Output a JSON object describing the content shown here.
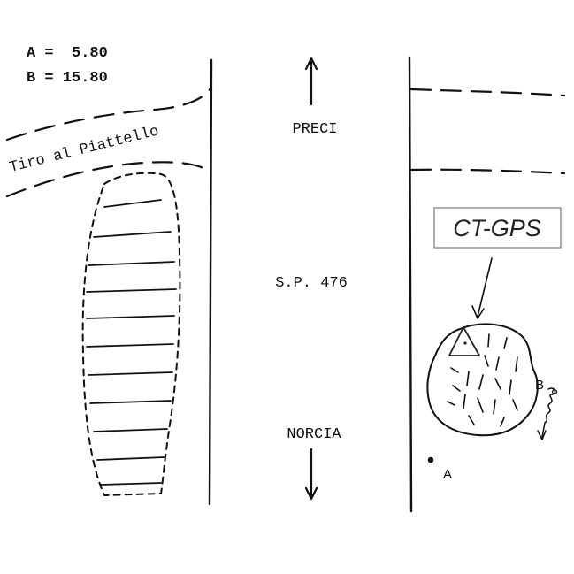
{
  "legend": {
    "a_line": "A =  5.80",
    "b_line": "B = 15.80"
  },
  "labels": {
    "road_top": "PRECI",
    "road_name": "S.P. 476",
    "road_bottom": "NORCIA",
    "side_road": "Tiro al Piattello",
    "station": "CT-GPS",
    "point_a": "A",
    "point_b": "B"
  }
}
